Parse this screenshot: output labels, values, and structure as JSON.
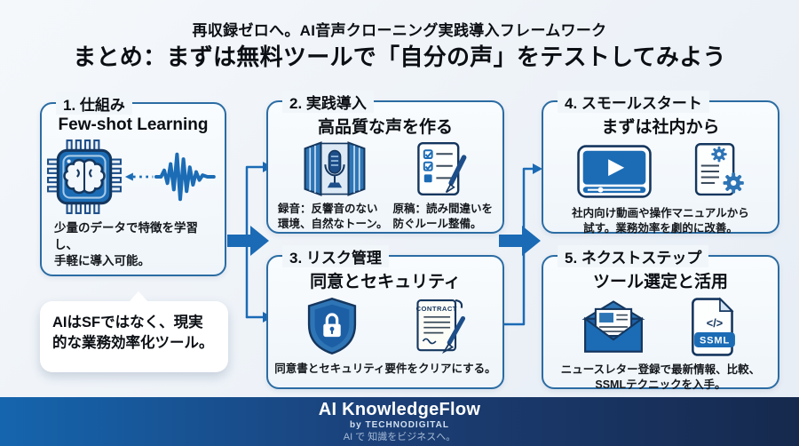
{
  "header": {
    "subtitle": "再収録ゼロへ。AI音声クローニング実践導入フレームワーク",
    "title": "まとめ：まずは無料ツールで「自分の声」をテストしてみよう"
  },
  "cards": {
    "c1": {
      "step": "1. 仕組み",
      "subtitle": "Few-shot Learning",
      "caption": "少量のデータで特徴を学習し、\n手軽に導入可能。"
    },
    "c2": {
      "step": "2. 実践導入",
      "subtitle": "高品質な声を作る",
      "caption_left": "録音：反響音のない\n環境、自然なトーン。",
      "caption_right": "原稿：読み間違いを\n防ぐルール整備。"
    },
    "c3": {
      "step": "3. リスク管理",
      "subtitle": "同意とセキュリティ",
      "caption": "同意書とセキュリティ要件をクリアにする。"
    },
    "c4": {
      "step": "4. スモールスタート",
      "subtitle": "まずは社内から",
      "caption": "社内向け動画や操作マニュアルから\n試す。業務効率を劇的に改善。"
    },
    "c5": {
      "step": "5. ネクストステップ",
      "subtitle": "ツール選定と活用",
      "caption": "ニュースレター登録で最新情報、比較、\nSSMLテクニックを入手。"
    }
  },
  "callout": {
    "text": "AIはSFではなく、現実\n的な業務効率化ツール。"
  },
  "icon_labels": {
    "contract": "CONTRACT",
    "code": "</>",
    "ssml": "SSML"
  },
  "footer": {
    "brand": "AI KnowledgeFlow",
    "byline": "by TECHNODIGITAL",
    "tagline": "AI で 知識をビジネスへ。"
  },
  "colors": {
    "primary_blue": "#1b6cb5",
    "card_border": "#2b6ca3",
    "navy_outline": "#14365e",
    "footer_left": "#1565ae",
    "footer_right": "#16294d"
  }
}
